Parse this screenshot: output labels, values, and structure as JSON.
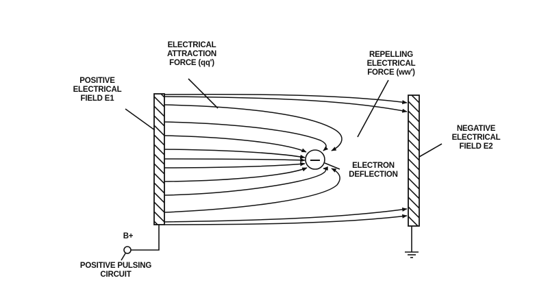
{
  "diagram": {
    "labels": {
      "positive_field": [
        "POSITIVE",
        "ELECTRICAL",
        "FIELD E1"
      ],
      "attraction_force": [
        "ELECTRICAL",
        "ATTRACTION",
        "FORCE  (qq')"
      ],
      "repelling_force": [
        "REPELLING",
        "ELECTRICAL",
        "FORCE (ww')"
      ],
      "negative_field": [
        "NEGATIVE",
        "ELECTRICAL",
        "FIELD E2"
      ],
      "electron_deflection": [
        "ELECTRON",
        "DEFLECTION"
      ],
      "b_plus": "B+",
      "pulsing_circuit": [
        "POSITIVE PULSING",
        "CIRCUIT"
      ],
      "electron_charge": "−"
    },
    "colors": {
      "ink": "#111111",
      "background": "#ffffff"
    }
  }
}
